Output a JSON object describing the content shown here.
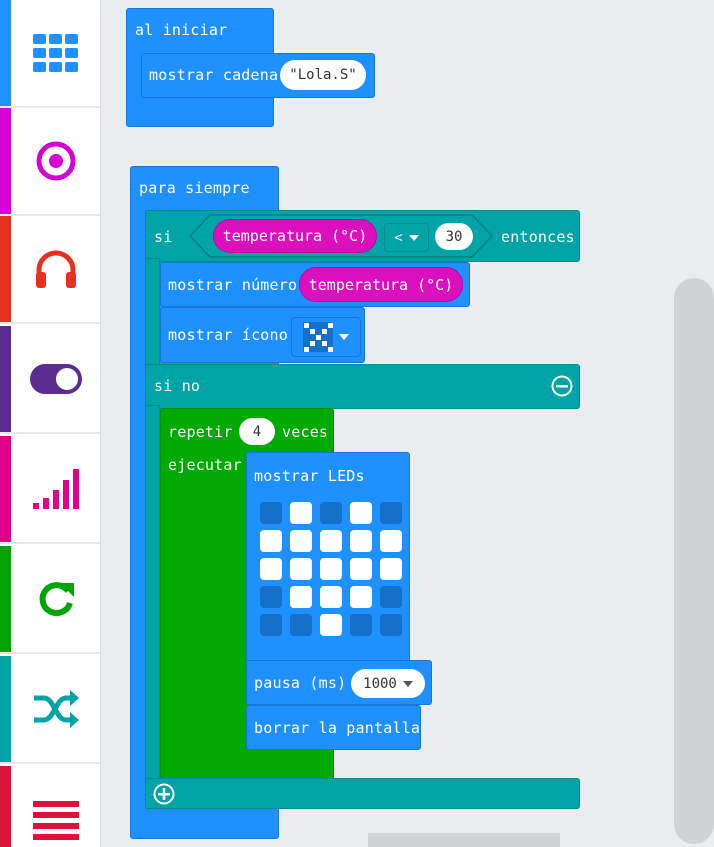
{
  "toolbox": {
    "categories": [
      {
        "name": "basic",
        "icon": "grid-icon",
        "color": "#1e90ff"
      },
      {
        "name": "input",
        "icon": "target-icon",
        "color": "#d400d4"
      },
      {
        "name": "music",
        "icon": "headphones-icon",
        "color": "#e63022"
      },
      {
        "name": "led",
        "icon": "toggle-icon",
        "color": "#5c2d91"
      },
      {
        "name": "radio",
        "icon": "signal-bars-icon",
        "color": "#e3008c"
      },
      {
        "name": "loops",
        "icon": "refresh-icon",
        "color": "#00a300"
      },
      {
        "name": "logic",
        "icon": "shuffle-icon",
        "color": "#00a4a6"
      },
      {
        "name": "variables",
        "icon": "list-icon",
        "color": "#dc143c"
      }
    ]
  },
  "on_start": {
    "label": "al iniciar",
    "show_string_label": "mostrar cadena",
    "string_value": "\"Lola.S\""
  },
  "forever": {
    "label": "para siempre",
    "if_label": "si",
    "then_label": "entonces",
    "condition": {
      "sensor": "temperatura (°C)",
      "operator": "<",
      "value": "30"
    },
    "show_number_label": "mostrar número",
    "show_number_arg": "temperatura (°C)",
    "show_icon_label": "mostrar ícono",
    "else_label": "si no",
    "repeat": {
      "label": "repetir",
      "count": "4",
      "times_label": "veces",
      "do_label": "ejecutar"
    },
    "show_leds": {
      "label": "mostrar LEDs",
      "grid": [
        [
          0,
          1,
          0,
          1,
          0
        ],
        [
          1,
          1,
          1,
          1,
          1
        ],
        [
          1,
          1,
          1,
          1,
          1
        ],
        [
          0,
          1,
          1,
          1,
          0
        ],
        [
          0,
          0,
          1,
          0,
          0
        ]
      ]
    },
    "pause": {
      "label": "pausa (ms)",
      "value": "1000"
    },
    "clear_label": "borrar la pantalla"
  },
  "colors": {
    "basic": "#1e90ff",
    "logic": "#00a4a6",
    "loops": "#00aa00",
    "input": "#dc0fbf"
  }
}
